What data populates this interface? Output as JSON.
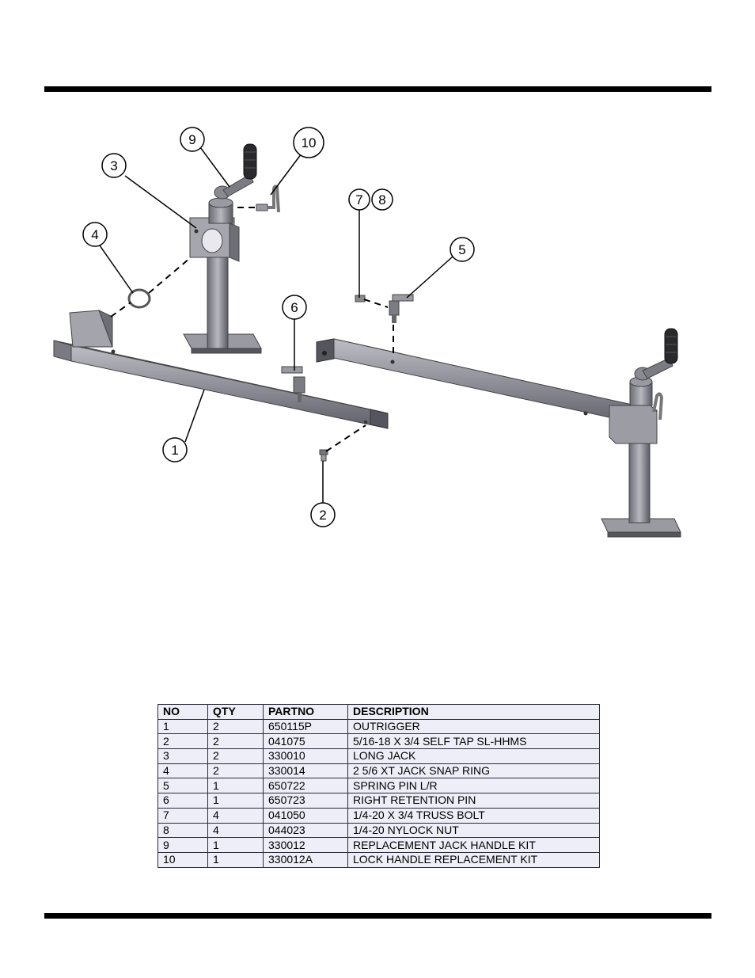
{
  "diagram": {
    "callouts": [
      "1",
      "2",
      "3",
      "4",
      "5",
      "6",
      "7",
      "8",
      "9",
      "10"
    ]
  },
  "parts_table": {
    "headers": [
      "NO",
      "QTY",
      "PARTNO",
      "DESCRIPTION"
    ],
    "rows": [
      [
        "1",
        "2",
        "650115P",
        "OUTRIGGER"
      ],
      [
        "2",
        "2",
        "041075",
        "5/16-18 X 3/4 SELF TAP SL-HHMS"
      ],
      [
        "3",
        "2",
        "330010",
        "LONG JACK"
      ],
      [
        "4",
        "2",
        "330014",
        "2 5/6 XT JACK SNAP RING"
      ],
      [
        "5",
        "1",
        "650722",
        "SPRING PIN L/R"
      ],
      [
        "6",
        "1",
        "650723",
        "RIGHT RETENTION PIN"
      ],
      [
        "7",
        "4",
        "041050",
        "1/4-20 X 3/4 TRUSS BOLT"
      ],
      [
        "8",
        "4",
        "044023",
        "1/4-20 NYLOCK NUT"
      ],
      [
        "9",
        "1",
        "330012",
        "REPLACEMENT JACK HANDLE KIT"
      ],
      [
        "10",
        "1",
        "330012A",
        "LOCK HANDLE REPLACEMENT KIT"
      ]
    ]
  }
}
